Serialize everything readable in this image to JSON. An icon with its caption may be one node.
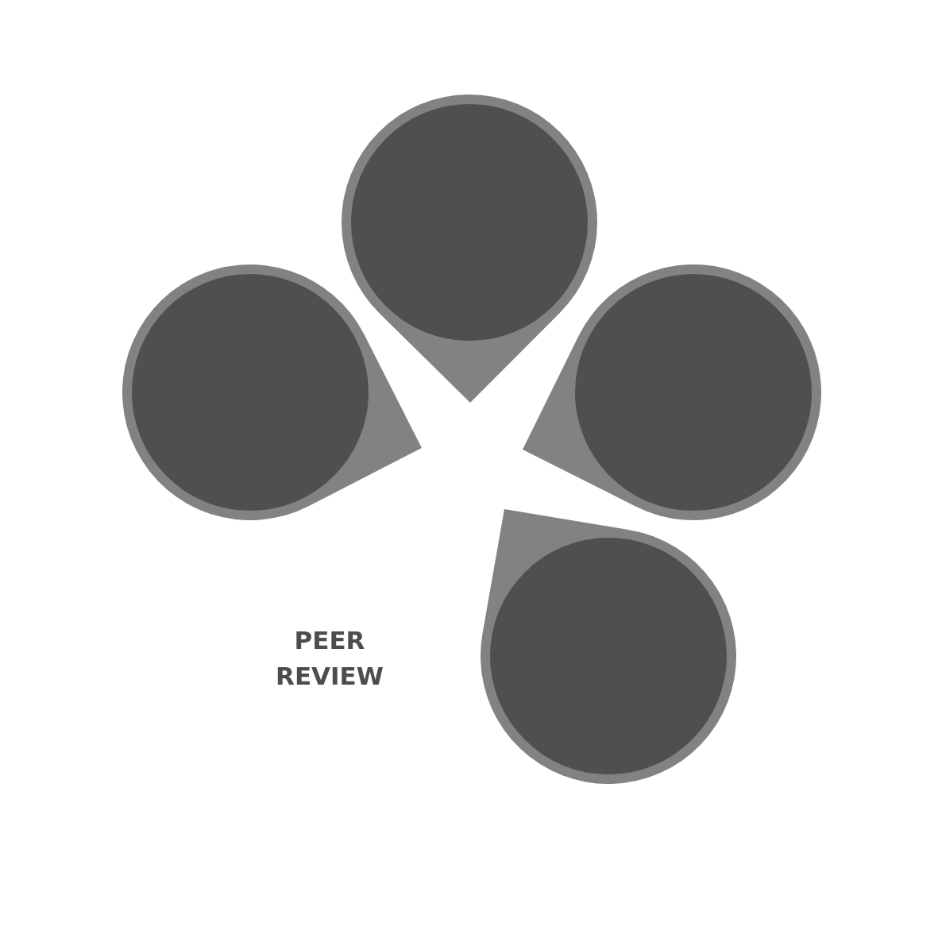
{
  "diagram": {
    "nodes": [
      {
        "text": [],
        "shape": "circle"
      },
      {
        "text": [],
        "shape": "circle"
      },
      {
        "text": [],
        "shape": "circle"
      },
      {
        "text": [],
        "shape": "circle"
      }
    ],
    "labels": [
      "PEER REVIEW"
    ]
  }
}
